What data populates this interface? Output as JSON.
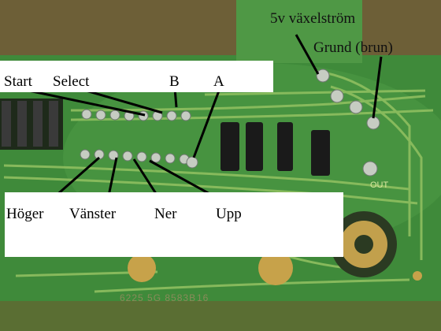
{
  "labels_top": {
    "start": "Start",
    "select": "Select",
    "b": "B",
    "a": "A",
    "vcc": "5v växelström",
    "ground": "Grund (brun)"
  },
  "labels_bottom": {
    "right": "Höger",
    "left": "Vänster",
    "down": "Ner",
    "up": "Upp"
  },
  "silkscreen": {
    "out": "OUT",
    "board_number": "6225 5G 8583B",
    "board_code": "16"
  },
  "colors": {
    "board": "#3f8a3a",
    "board_light": "#5fa050",
    "trace": "#9cc36a",
    "solder": "#c8cfc6",
    "background": "#7a6a3e"
  }
}
